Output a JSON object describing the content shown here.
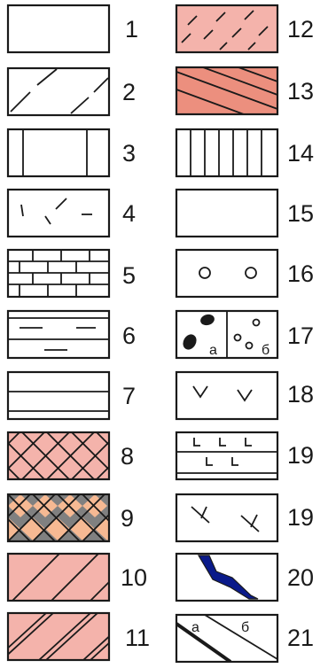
{
  "legend": {
    "items": [
      {
        "number": "1",
        "pattern": "blank"
      },
      {
        "number": "2",
        "pattern": "sparse-dashed-diagonal"
      },
      {
        "number": "3",
        "pattern": "two-vertical-lines"
      },
      {
        "number": "4",
        "pattern": "scattered-dashes"
      },
      {
        "number": "5",
        "pattern": "brick"
      },
      {
        "number": "6",
        "pattern": "horizontal-lines-with-dashes"
      },
      {
        "number": "7",
        "pattern": "horizontal-lines"
      },
      {
        "number": "8",
        "pattern": "pink-crosshatch"
      },
      {
        "number": "9",
        "pattern": "gray-orange-diamonds"
      },
      {
        "number": "10",
        "pattern": "pink-diagonal-lines"
      },
      {
        "number": "11",
        "pattern": "pink-double-diagonal-lines"
      },
      {
        "number": "12",
        "pattern": "pink-dashed-diagonal"
      },
      {
        "number": "13",
        "pattern": "salmon-diagonal-lines"
      },
      {
        "number": "14",
        "pattern": "vertical-lines"
      },
      {
        "number": "15",
        "pattern": "blank"
      },
      {
        "number": "16",
        "pattern": "circles"
      },
      {
        "number": "17",
        "pattern": "split-pebbles",
        "sub_a": "а",
        "sub_b": "б"
      },
      {
        "number": "18",
        "pattern": "v-symbols"
      },
      {
        "number": "19",
        "pattern": "l-symbols"
      },
      {
        "number": "19",
        "pattern": "cross-symbols"
      },
      {
        "number": "20",
        "pattern": "blue-vein"
      },
      {
        "number": "21",
        "pattern": "split-diagonal",
        "sub_a": "а",
        "sub_b": "б"
      }
    ]
  },
  "colors": {
    "pink": "#f4b3ab",
    "salmon": "#ec8f7e",
    "gray": "#808080",
    "orange": "#f6b993",
    "vein_blue": "#0a1a8a",
    "stroke": "#1a1a1a"
  }
}
